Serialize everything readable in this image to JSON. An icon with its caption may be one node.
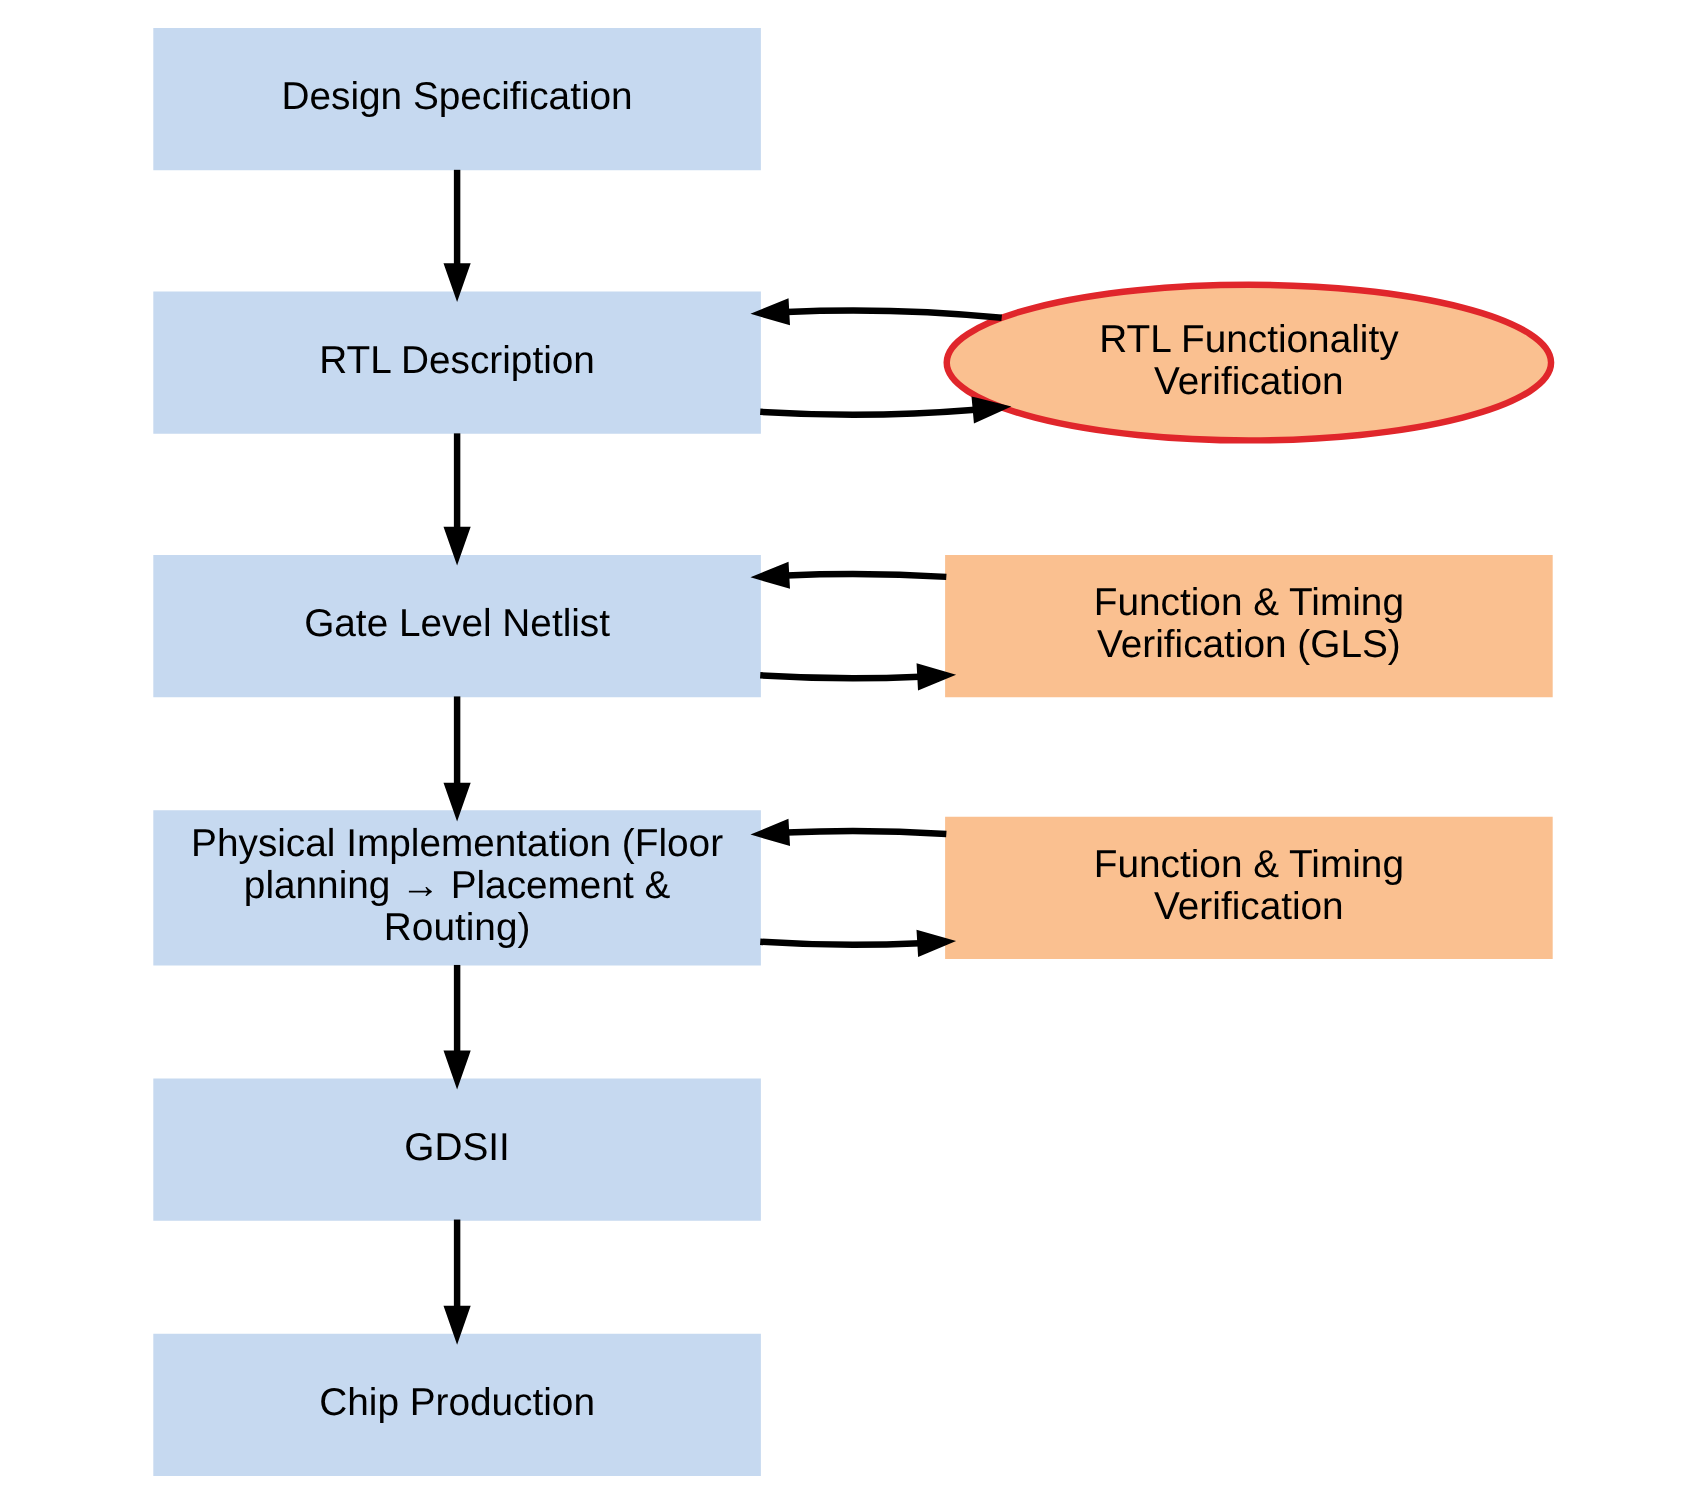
{
  "diagram": {
    "nodes": [
      {
        "text": [
          "Design Specification"
        ]
      },
      {
        "text": [
          "RTL Description"
        ]
      },
      {
        "text": [
          "RTL Functionality Verification"
        ]
      },
      {
        "text": [
          "Gate Level Netlist"
        ]
      },
      {
        "text": [
          "Function & Timing Verification (GLS)"
        ]
      },
      {
        "text": [
          "Physical Implementation (Floor planning → Placement & Routing)"
        ]
      },
      {
        "text": [
          "Function & Timing Verification"
        ]
      },
      {
        "text": [
          "GDSII"
        ]
      },
      {
        "text": [
          "Chip Production"
        ]
      }
    ],
    "edges": [
      {
        "from": 0,
        "to": 1,
        "arrow": "to"
      },
      {
        "from": 1,
        "to": 2,
        "arrow": "to"
      },
      {
        "from": 2,
        "to": 1,
        "arrow": "to"
      },
      {
        "from": 1,
        "to": 3,
        "arrow": "to"
      },
      {
        "from": 3,
        "to": 4,
        "arrow": "to"
      },
      {
        "from": 4,
        "to": 3,
        "arrow": "to"
      },
      {
        "from": 3,
        "to": 5,
        "arrow": "to"
      },
      {
        "from": 5,
        "to": 6,
        "arrow": "to"
      },
      {
        "from": 6,
        "to": 5,
        "arrow": "to"
      },
      {
        "from": 5,
        "to": 7,
        "arrow": "to"
      },
      {
        "from": 7,
        "to": 8,
        "arrow": "to"
      }
    ]
  }
}
